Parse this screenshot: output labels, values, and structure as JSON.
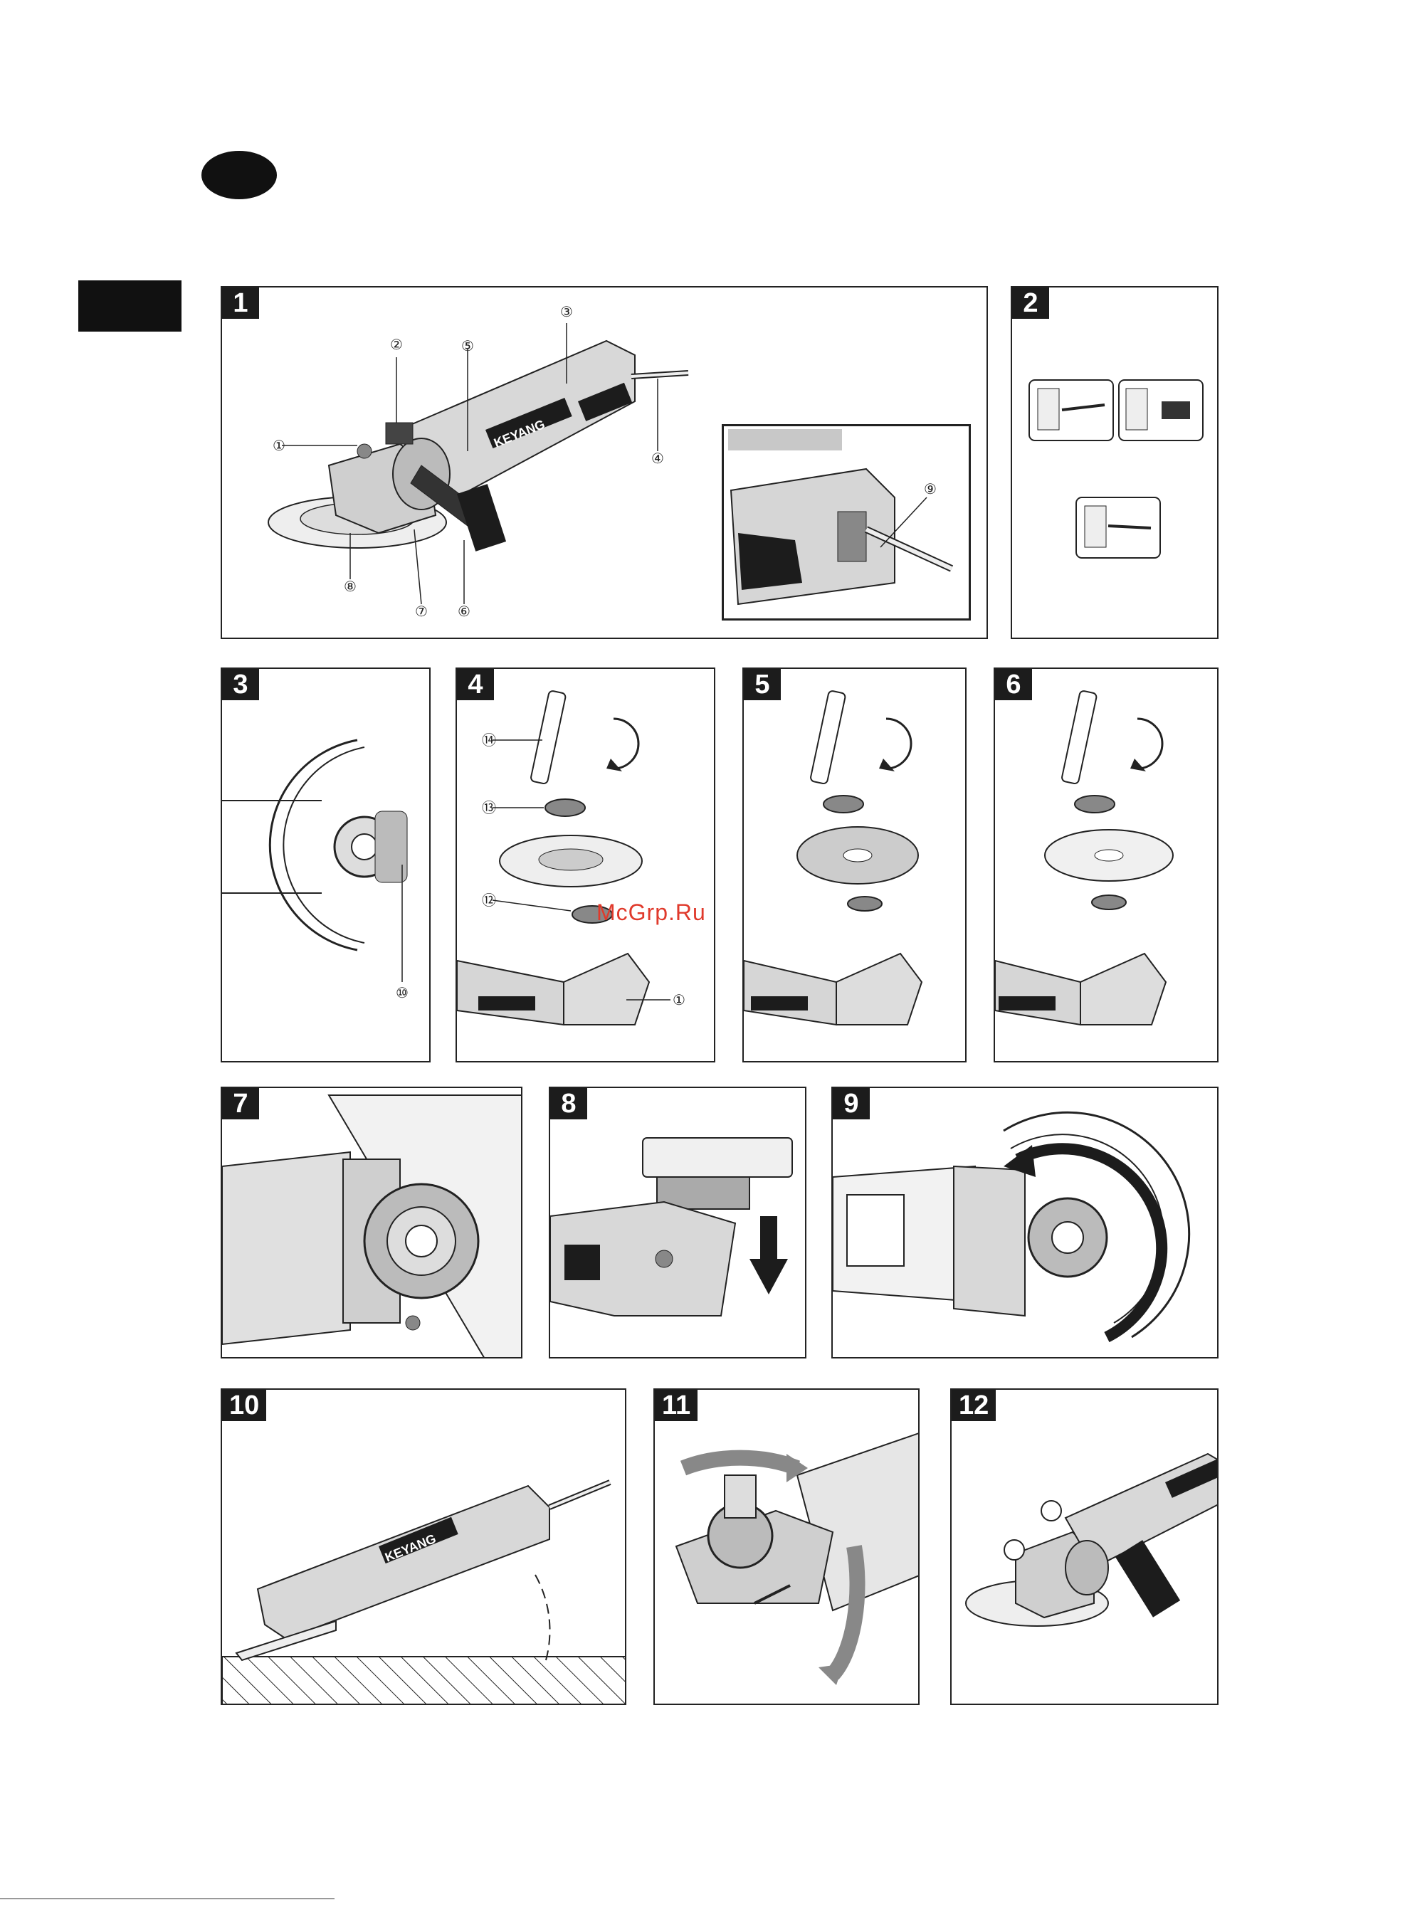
{
  "panels": [
    {
      "label": "1"
    },
    {
      "label": "2"
    },
    {
      "label": "3"
    },
    {
      "label": "4"
    },
    {
      "label": "5"
    },
    {
      "label": "6"
    },
    {
      "label": "7"
    },
    {
      "label": "8"
    },
    {
      "label": "9"
    },
    {
      "label": "10"
    },
    {
      "label": "11"
    },
    {
      "label": "12"
    }
  ],
  "callouts": {
    "c1": "①",
    "c2": "②",
    "c3": "③",
    "c4": "④",
    "c5": "⑤",
    "c6": "⑥",
    "c7": "⑦",
    "c8": "⑧",
    "c9": "⑨",
    "c10": "⑩",
    "c12": "⑫",
    "c13": "⑬",
    "c14": "⑭"
  },
  "brand_text": "KEYANG",
  "watermark": "McGrp.Ru"
}
